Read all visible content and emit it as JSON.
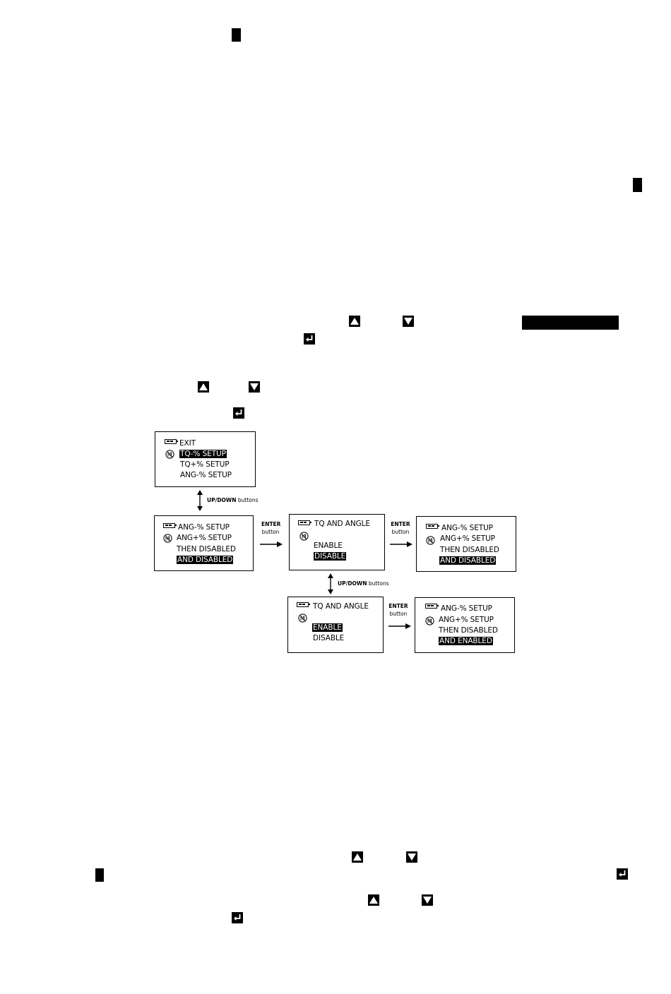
{
  "diagram": {
    "panels": {
      "menu": {
        "lines": [
          "EXIT",
          "TQ-% SETUP",
          "TQ+% SETUP",
          "ANG-% SETUP"
        ]
      },
      "ang_setup": {
        "lines": [
          "ANG-% SETUP",
          "ANG+% SETUP",
          "THEN DISABLED",
          "AND DISABLED"
        ]
      },
      "tq_angle_disable": {
        "title": "TQ AND ANGLE",
        "options": [
          "ENABLE",
          "DISABLE"
        ]
      },
      "result_disabled": {
        "lines": [
          "ANG-% SETUP",
          "ANG+% SETUP",
          "THEN DISABLED",
          "AND DISABLED"
        ]
      },
      "tq_angle_enable": {
        "title": "TQ AND ANGLE",
        "options": [
          "ENABLE",
          "DISABLE"
        ]
      },
      "result_enabled": {
        "lines": [
          "ANG-% SETUP",
          "ANG+% SETUP",
          "THEN DISABLED",
          "AND ENABLED"
        ]
      }
    },
    "labels": {
      "updown_bold": "UP/DOWN",
      "updown_rest": "buttons",
      "enter_bold": "ENTER",
      "enter_rest": "button"
    }
  },
  "icons": {
    "up": "up-arrow-key-icon",
    "down": "down-arrow-key-icon",
    "enter": "enter-key-icon",
    "battery": "battery-icon",
    "dial": "dial-icon"
  },
  "colors": {
    "ink": "#000000",
    "paper": "#ffffff"
  }
}
